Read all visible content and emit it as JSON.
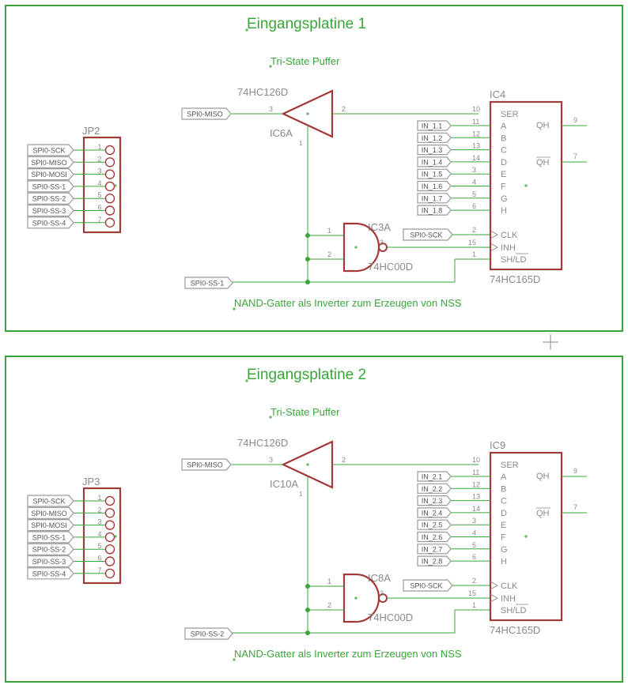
{
  "colors": {
    "frame": "#3aa63a",
    "wire": "#3aa63a",
    "part": "#a33a3a",
    "grey_text": "#8a8a8a",
    "label_outline": "#9a9a9a",
    "note_text": "#3aa63a"
  },
  "boards": [
    {
      "title": "Eingangsplatine 1",
      "note_top": "Tri-State Puffer",
      "note_bottom": "NAND-Gatter als Inverter zum Erzeugen von NSS",
      "buffer": {
        "type": "74HC126D",
        "ref": "IC6A",
        "pin_in": "3",
        "pin_out": "2",
        "pin_en": "1"
      },
      "nand": {
        "ref": "IC3A",
        "type": "74HC00D",
        "pin_a": "1",
        "pin_b": "2",
        "pin_y": "3"
      },
      "shift": {
        "ref": "IC4",
        "type": "74HC165D",
        "pin_ser": "10",
        "pin_qh": "9",
        "pin_qhn": "7",
        "pin_clk": "2",
        "pin_inh": "15",
        "pin_shld": "1",
        "names_left": [
          "SER",
          "A",
          "B",
          "C",
          "D",
          "E",
          "F",
          "G",
          "H"
        ],
        "pins_data": [
          "11",
          "12",
          "13",
          "14",
          "3",
          "4",
          "5",
          "6"
        ],
        "name_qh": "QH",
        "name_qhn": "QH",
        "name_clk": "CLK",
        "name_inh": "INH",
        "name_shld": "SH/LD",
        "inputs": [
          "IN_1.1",
          "IN_1.2",
          "IN_1.3",
          "IN_1.4",
          "IN_1.5",
          "IN_1.6",
          "IN_1.7",
          "IN_1.8"
        ]
      },
      "header": {
        "ref": "JP2",
        "pins": [
          "1",
          "2",
          "3",
          "4",
          "5",
          "6",
          "7"
        ],
        "signals": [
          "SPI0-SCK",
          "SPI0-MISO",
          "SPI0-MOSI",
          "SPI0-SS-1",
          "SPI0-SS-2",
          "SPI0-SS-3",
          "SPI0-SS-4"
        ]
      },
      "miso_label": "SPI0-MISO",
      "sck_label": "SPI0-SCK",
      "ss_label": "SPI0-SS-1"
    },
    {
      "title": "Eingangsplatine 2",
      "note_top": "Tri-State Puffer",
      "note_bottom": "NAND-Gatter als Inverter zum Erzeugen von NSS",
      "buffer": {
        "type": "74HC126D",
        "ref": "IC10A",
        "pin_in": "3",
        "pin_out": "2",
        "pin_en": "1"
      },
      "nand": {
        "ref": "IC8A",
        "type": "74HC00D",
        "pin_a": "1",
        "pin_b": "2",
        "pin_y": "3"
      },
      "shift": {
        "ref": "IC9",
        "type": "74HC165D",
        "pin_ser": "10",
        "pin_qh": "9",
        "pin_qhn": "7",
        "pin_clk": "2",
        "pin_inh": "15",
        "pin_shld": "1",
        "names_left": [
          "SER",
          "A",
          "B",
          "C",
          "D",
          "E",
          "F",
          "G",
          "H"
        ],
        "pins_data": [
          "11",
          "12",
          "13",
          "14",
          "3",
          "4",
          "5",
          "6"
        ],
        "name_qh": "QH",
        "name_qhn": "QH",
        "name_clk": "CLK",
        "name_inh": "INH",
        "name_shld": "SH/LD",
        "inputs": [
          "IN_2.1",
          "IN_2.2",
          "IN_2.3",
          "IN_2.4",
          "IN_2.5",
          "IN_2.6",
          "IN_2.7",
          "IN_2.8"
        ]
      },
      "header": {
        "ref": "JP3",
        "pins": [
          "1",
          "2",
          "3",
          "4",
          "5",
          "6",
          "7"
        ],
        "signals": [
          "SPI0-SCK",
          "SPI0-MISO",
          "SPI0-MOSI",
          "SPI0-SS-1",
          "SPI0-SS-2",
          "SPI0-SS-3",
          "SPI0-SS-4"
        ]
      },
      "miso_label": "SPI0-MISO",
      "sck_label": "SPI0-SCK",
      "ss_label": "SPI0-SS-2"
    }
  ]
}
